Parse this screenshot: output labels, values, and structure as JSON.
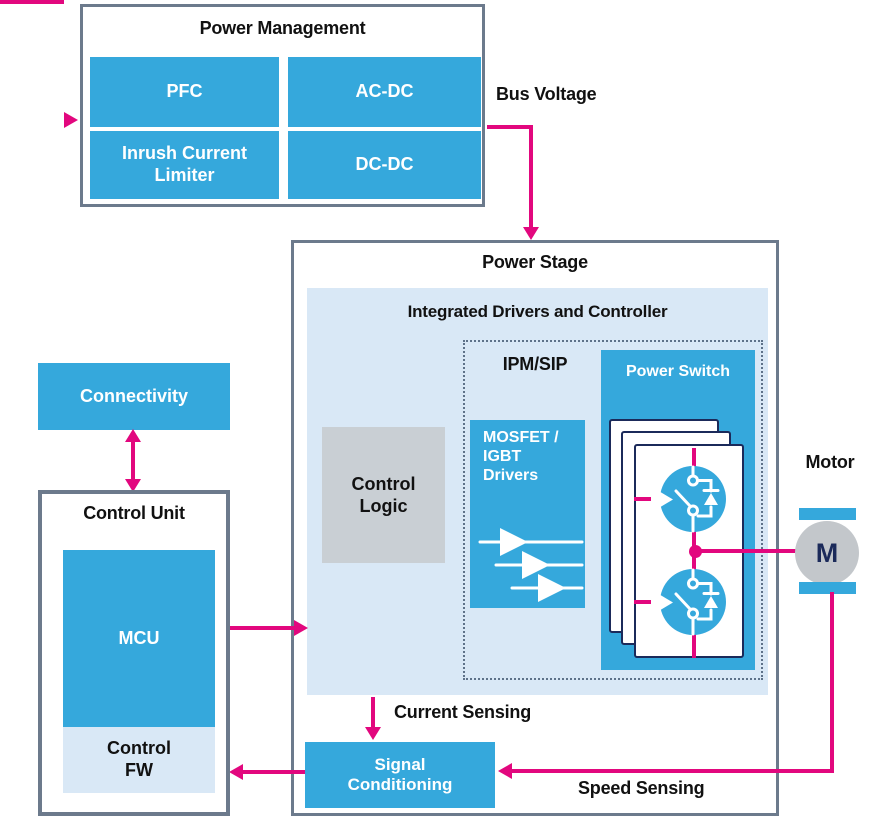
{
  "colors": {
    "blue": "#35A8DC",
    "pink": "#E2077E",
    "slate": "#6C7A8C",
    "light_blue": "#D9E8F6",
    "grey_block": "#C9CFD4",
    "navy": "#1B2A5A",
    "motor_grey": "#C3C7CB"
  },
  "power_management": {
    "title": "Power Management",
    "blocks": [
      "PFC",
      "AC-DC",
      "Inrush Current\nLimiter",
      "DC-DC"
    ]
  },
  "labels": {
    "bus_voltage": "Bus Voltage",
    "current_sensing": "Current Sensing",
    "speed_sensing": "Speed Sensing",
    "motor": "Motor"
  },
  "power_stage": {
    "title": "Power Stage",
    "integrated_title": "Integrated Drivers and Controller",
    "control_logic": "Control\nLogic",
    "ipm_sip": "IPM/SIP",
    "mosfet_drivers": "MOSFET /\nIGBT\nDrivers",
    "power_switch": "Power Switch",
    "signal_conditioning": "Signal\nConditioning"
  },
  "control_unit": {
    "title": "Control Unit",
    "mcu": "MCU",
    "control_fw": "Control\nFW"
  },
  "connectivity": {
    "label": "Connectivity"
  },
  "motor": {
    "letter": "M"
  },
  "icons": {
    "switch_cell": "igbt-switch-with-antiparallel-diode",
    "driver_symbols": "amplifier-triangles",
    "motor_symbol": "motor-m-circle",
    "arrows": "magenta-flow-arrows"
  }
}
